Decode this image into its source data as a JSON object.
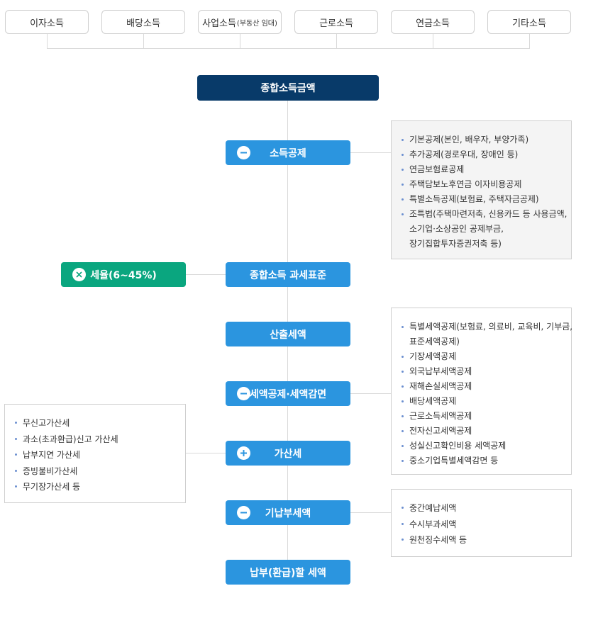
{
  "income_types": [
    {
      "label": "이자소득",
      "sub": ""
    },
    {
      "label": "배당소득",
      "sub": ""
    },
    {
      "label": "사업소득",
      "sub": "(부동산 임대)"
    },
    {
      "label": "근로소득",
      "sub": ""
    },
    {
      "label": "연금소득",
      "sub": ""
    },
    {
      "label": "기타소득",
      "sub": ""
    }
  ],
  "flow": {
    "total_income": "종합소득금액",
    "income_deduction": "소득공제",
    "tax_base": "종합소득 과세표준",
    "tax_rate": "세율(6~45%)",
    "calculated_tax": "산출세액",
    "tax_credit": "세액공제·세액감면",
    "additional_tax": "가산세",
    "prepaid_tax": "기납부세액",
    "payable_tax": "납부(환급)할 세액"
  },
  "details": {
    "income_deduction": [
      "기본공제(본인, 배우자, 부양가족)",
      "추가공제(경로우대, 장애인 등)",
      "연금보험료공제",
      "주택담보노후연금 이자비용공제",
      "특별소득공제(보험료, 주택자금공제)",
      "조특법(주택마련저축, 신용카드 등 사용금액,",
      "소기업·소상공인 공제부금,",
      "장기집합투자증권저축 등)"
    ],
    "tax_credit": [
      "특별세액공제(보험료, 의료비, 교육비, 기부금,",
      "표준세액공제)",
      "기장세액공제",
      "외국납부세액공제",
      "재해손실세액공제",
      "배당세액공제",
      "근로소득세액공제",
      "전자신고세액공제",
      "성실신고확인비용 세액공제",
      "중소기업특별세액감면 등"
    ],
    "additional_tax": [
      "무신고가산세",
      "과소(초과환급)신고 가산세",
      "납부지연 가산세",
      "증빙불비가산세",
      "무기장가산세 등"
    ],
    "prepaid_tax": [
      "중간예납세액",
      "수시부과세액",
      "원천징수세액 등"
    ]
  }
}
